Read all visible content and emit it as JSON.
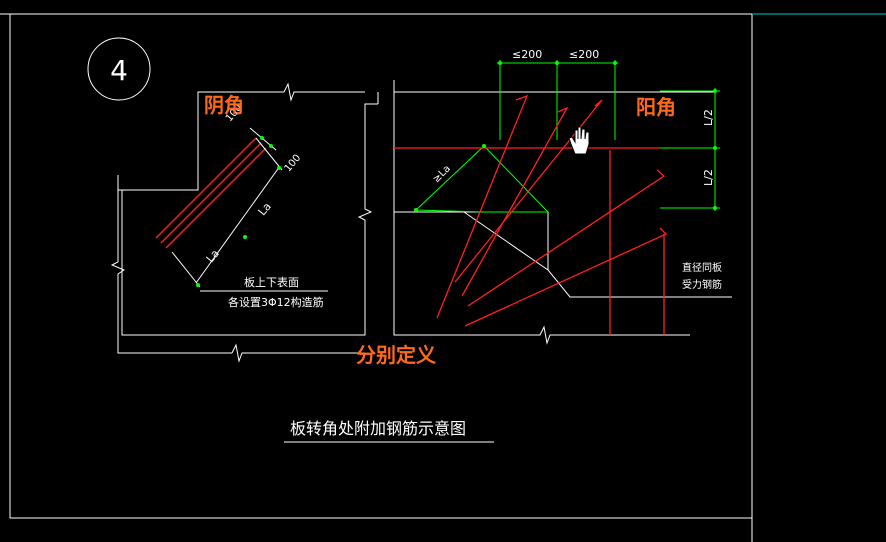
{
  "detail_number": "4",
  "labels": {
    "inner_corner": "阴角",
    "outer_corner": "阳角",
    "define_separately": "分别定义",
    "title": "板转角处附加钢筋示意图"
  },
  "dimensions": {
    "spacing_left": "≤200",
    "spacing_right": "≤200",
    "half_left_top": "L/2",
    "half_left_bottom": "L/2",
    "la_diag": "≥La",
    "la_1": "La",
    "la_2": "La",
    "d100_a": "100",
    "d100_b": "100"
  },
  "notes": {
    "surface_line1": "板上下表面",
    "surface_line2": "各设置3Φ12构造筋",
    "same_dia_line1": "直径同板",
    "same_dia_line2": "受力钢筋"
  },
  "colors": {
    "background": "#000000",
    "line_white": "#ffffff",
    "rebar_red": "#ff2020",
    "dim_green": "#00ff00",
    "label_orange": "#ff6a1a",
    "accent_cyan": "#00c8c8"
  },
  "cursor": {
    "icon": "hand-cursor-icon"
  }
}
